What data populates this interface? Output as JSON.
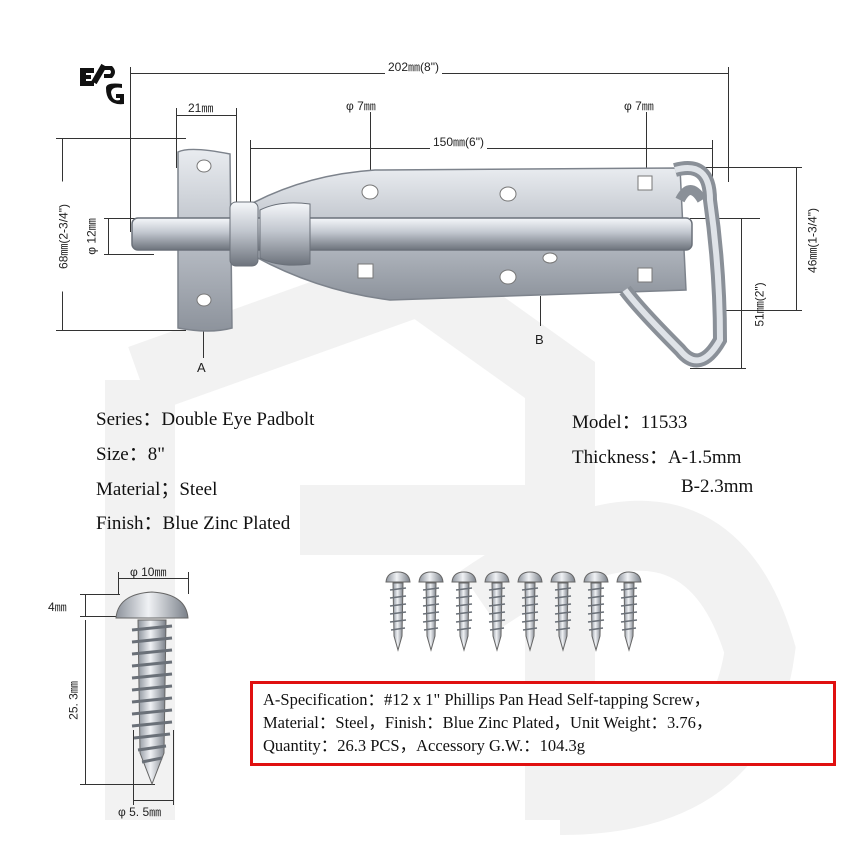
{
  "logo": {
    "text": "EPG"
  },
  "dimensions": {
    "overall_length": "202㎜(8\")",
    "plate_width": "21㎜",
    "hole_left": "φ 7㎜",
    "hole_right": "φ 7㎜",
    "bolt_length": "150㎜(6\")",
    "bolt_diameter": "φ 12㎜",
    "overall_height": "68㎜(2-3/4\")",
    "hook_height": "46㎜(1-3/4\")",
    "hook_drop": "51㎜(2\")",
    "label_a": "A",
    "label_b": "B"
  },
  "specs_left": [
    "Series：Double Eye Padbolt",
    "Size：8\"",
    "Material；Steel",
    "Finish：Blue Zinc Plated"
  ],
  "specs_right": [
    "Model：11533",
    "Thickness：A-1.5mm",
    "B-2.3mm"
  ],
  "screw": {
    "head_diameter": "φ 10㎜",
    "head_height": "4㎜",
    "length": "25. 3㎜",
    "thread_diameter": "φ 5. 5㎜",
    "count": 8
  },
  "accessory": {
    "line1": "A-Specification：#12 x 1\" Phillips Pan Head Self-tapping Screw，",
    "line2": "Material：Steel，Finish：Blue Zinc Plated，Unit Weight：3.76，",
    "line3": "Quantity：26.3 PCS，Accessory G.W.：104.3g"
  },
  "colors": {
    "accent_border": "#e01010",
    "metal": "#c8ccd2",
    "watermark": "#f0f0f0"
  }
}
